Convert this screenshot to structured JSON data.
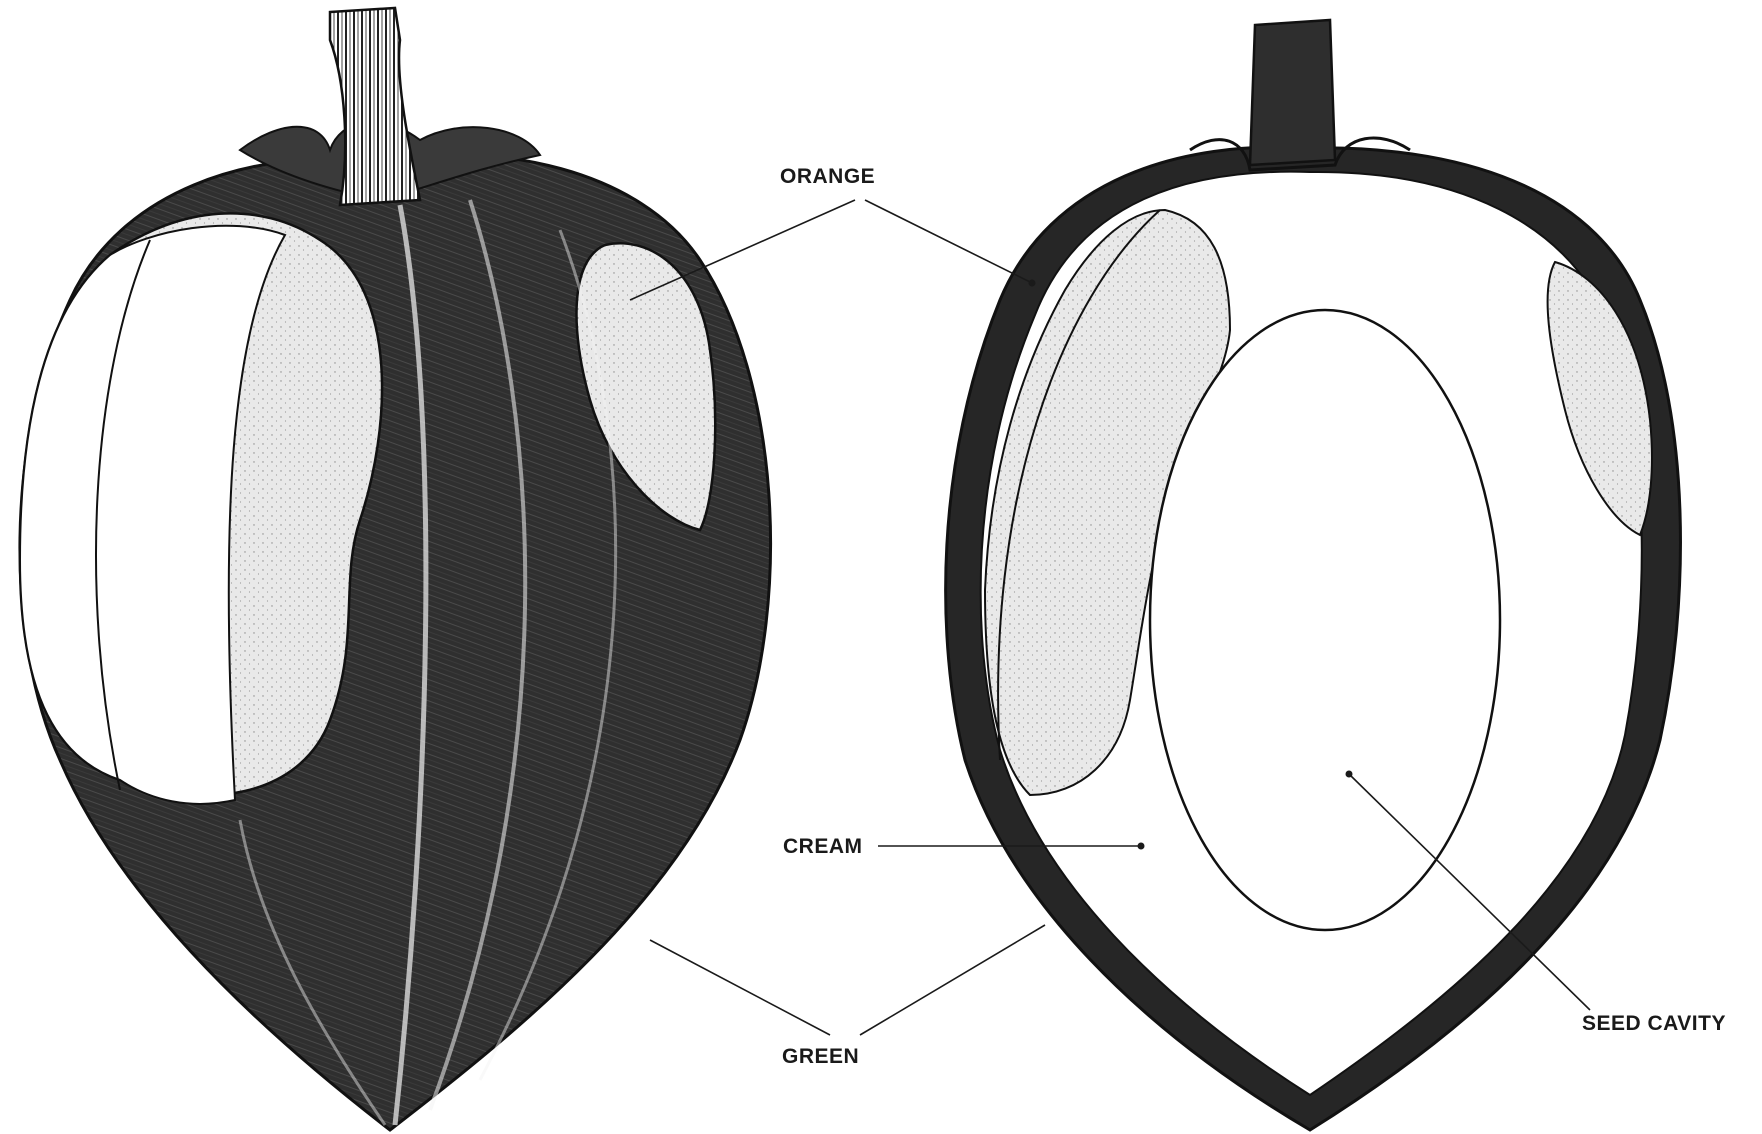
{
  "labels": {
    "orange": "ORANGE",
    "cream": "CREAM",
    "green": "GREEN",
    "seed_cavity": "SEED CAVITY"
  },
  "colors": {
    "ink": "#1a1a1a",
    "dark_rind": "#2b2b2b",
    "light_flesh": "#e8e8e8",
    "paper": "#ffffff"
  }
}
